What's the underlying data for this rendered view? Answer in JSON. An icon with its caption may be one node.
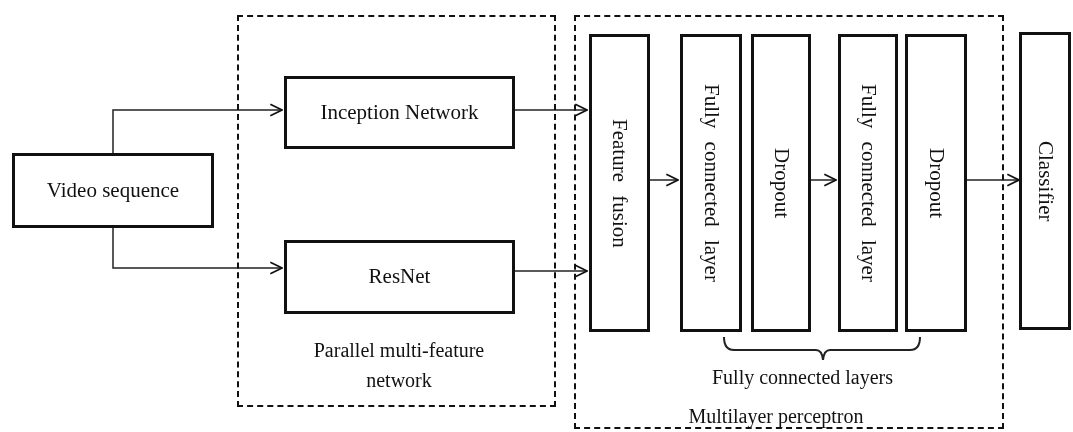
{
  "diagram": {
    "nodes": [
      {
        "text": [
          "Video sequence"
        ]
      },
      {
        "text": [
          "Parallel multi-feature network"
        ]
      },
      {
        "text": [
          "Inception Network"
        ],
        "in": 1
      },
      {
        "text": [
          "ResNet"
        ],
        "in": 1
      },
      {
        "text": [
          "Multilayer perceptron"
        ]
      },
      {
        "text": [
          "Feature fusion"
        ],
        "in": 4
      },
      {
        "text": [
          "Fully connected layer"
        ],
        "in": 4
      },
      {
        "text": [
          "Dropout"
        ],
        "in": 4
      },
      {
        "text": [
          "Fully connected layer"
        ],
        "in": 4
      },
      {
        "text": [
          "Dropout"
        ],
        "in": 4
      },
      {
        "text": [
          "Classifier"
        ]
      }
    ],
    "edges": [
      {
        "from": 0,
        "to": 2,
        "arrow": "to"
      },
      {
        "from": 0,
        "to": 3,
        "arrow": "to"
      },
      {
        "from": 2,
        "to": 5,
        "arrow": "to"
      },
      {
        "from": 3,
        "to": 5,
        "arrow": "to"
      },
      {
        "from": 5,
        "to": 6,
        "arrow": "to"
      },
      {
        "from": 7,
        "to": 8,
        "arrow": "to"
      },
      {
        "from": 9,
        "to": 10,
        "arrow": "to"
      }
    ],
    "labels": [
      "Fully connected layers"
    ]
  }
}
